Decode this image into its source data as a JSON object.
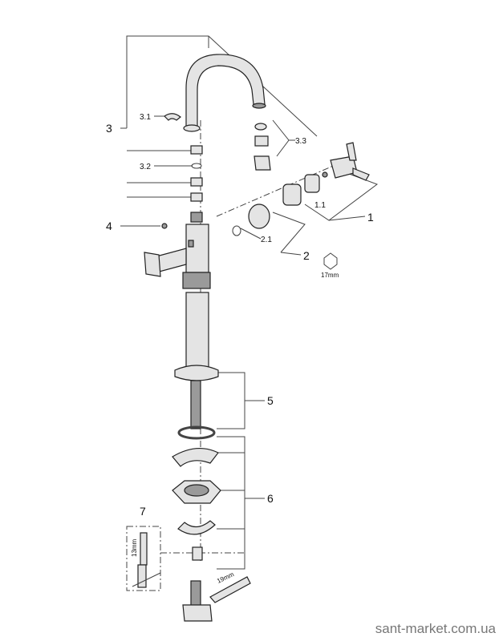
{
  "diagram": {
    "labels": {
      "p1": "1",
      "p1_1": "1.1",
      "p2": "2",
      "p2_1": "2.1",
      "p3": "3",
      "p3_1": "3.1",
      "p3_2": "3.2",
      "p3_3": "3.3",
      "p4": "4",
      "p5": "5",
      "p6": "6",
      "p7": "7"
    },
    "dimensions": {
      "hex_key": "17mm",
      "pin_key": "13mm",
      "wrench": "19mm"
    },
    "watermark": "sant-market.com.ua"
  }
}
